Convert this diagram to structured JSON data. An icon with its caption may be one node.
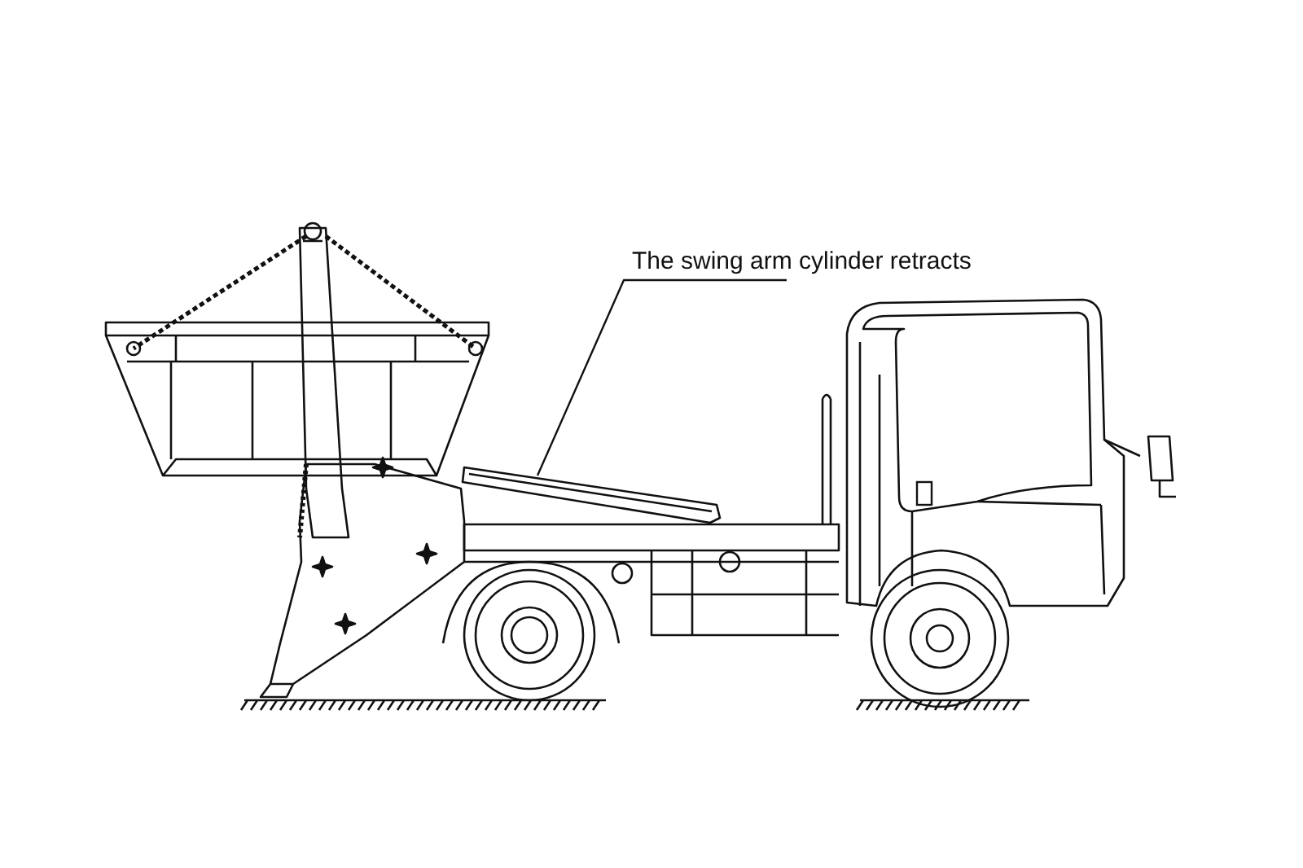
{
  "diagram": {
    "nodes": [
      {
        "text": [
          "The swing arm cylinder retracts"
        ]
      },
      {
        "text": [],
        "shape": "bar"
      }
    ],
    "edges": [
      {
        "from": 0,
        "to": 1,
        "arrow": "none"
      }
    ]
  }
}
